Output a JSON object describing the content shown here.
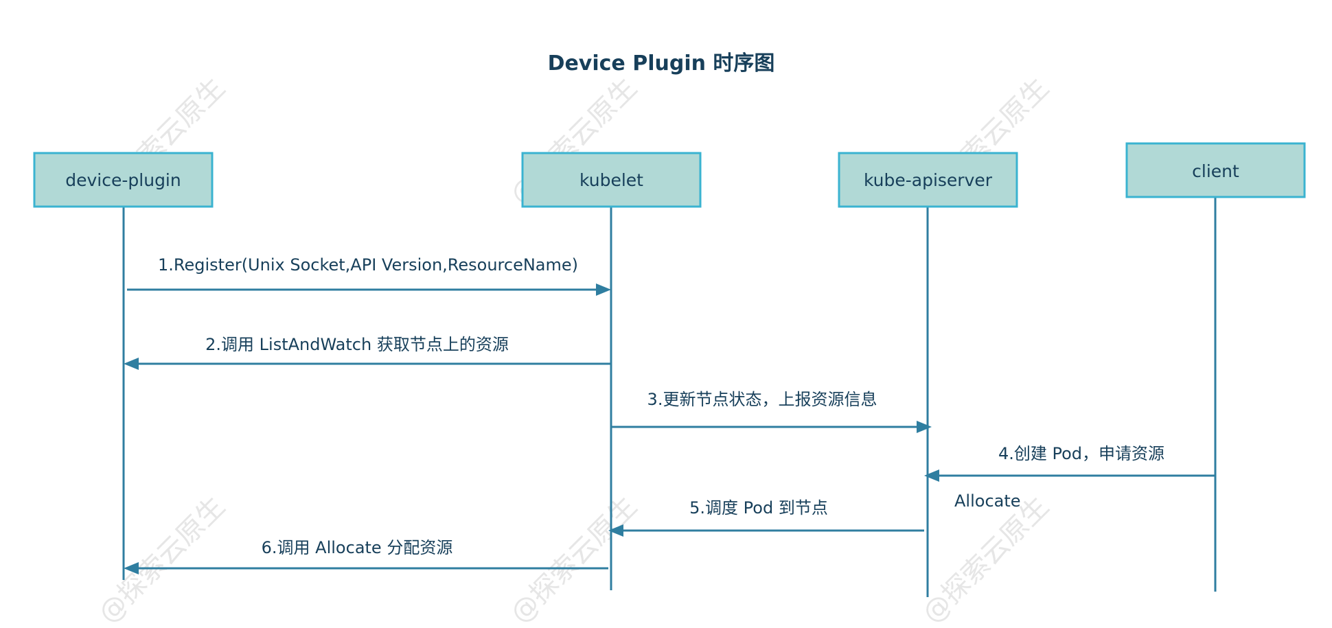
{
  "title": "Device Plugin 时序图",
  "watermark": "@探索云原生",
  "participants": [
    {
      "id": "device-plugin",
      "label": "device-plugin"
    },
    {
      "id": "kubelet",
      "label": "kubelet"
    },
    {
      "id": "kube-apiserver",
      "label": "kube-apiserver"
    },
    {
      "id": "client",
      "label": "client"
    }
  ],
  "messages": [
    {
      "from": "device-plugin",
      "to": "kubelet",
      "label": "1.Register(Unix Socket,API Version,ResourceName)"
    },
    {
      "from": "kubelet",
      "to": "device-plugin",
      "label": "2.调用 ListAndWatch 获取节点上的资源"
    },
    {
      "from": "kubelet",
      "to": "kube-apiserver",
      "label": "3.更新节点状态，上报资源信息"
    },
    {
      "from": "client",
      "to": "kube-apiserver",
      "label": "4.创建 Pod，申请资源"
    },
    {
      "from": "kube-apiserver",
      "to": "kubelet",
      "label": "5.调度 Pod 到节点"
    },
    {
      "from": "kubelet",
      "to": "device-plugin",
      "label": "6.调用 Allocate 分配资源"
    }
  ],
  "note": "Allocate",
  "colors": {
    "box_fill": "#b1d9d6",
    "box_border": "#3ab3d0",
    "line": "#2f7ea0",
    "text": "#173f5a"
  }
}
